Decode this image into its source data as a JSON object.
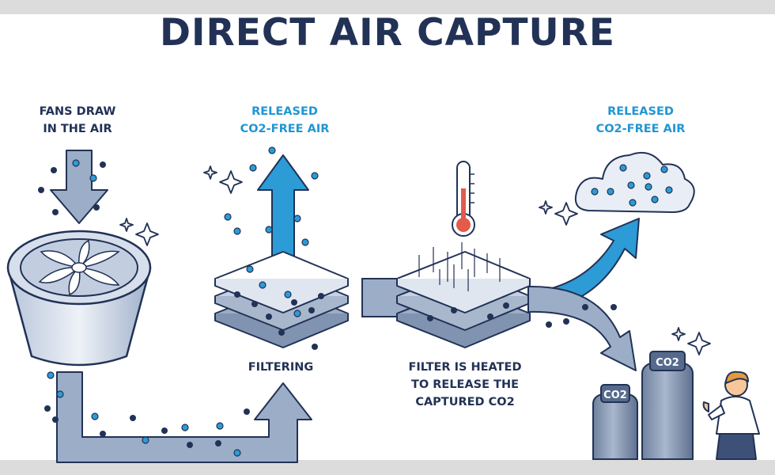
{
  "title": "DIRECT AIR CAPTURE",
  "labels": {
    "fans_line1": "FANS DRAW",
    "fans_line2": "IN THE AIR",
    "released1_line1": "RELEASED",
    "released1_line2": "CO2-FREE AIR",
    "filtering": "FILTERING",
    "heated_line1": "FILTER IS HEATED",
    "heated_line2": "TO RELEASE THE",
    "heated_line3": "CAPTURED CO2",
    "released2_line1": "RELEASED",
    "released2_line2": "CO2-FREE AIR"
  },
  "tanks": {
    "small": "CO2",
    "large": "CO2"
  },
  "colors": {
    "title": "#223256",
    "accent_blue": "#2196d3",
    "outline": "#223256",
    "pipe": "#8d9fbc",
    "co2_dot": "#223256",
    "air_dot": "#2c9bd6"
  },
  "icons": [
    "fan-icon",
    "thermometer-icon",
    "cloud-icon",
    "co2-tank-icon",
    "person-icon",
    "sparkle-icon"
  ]
}
